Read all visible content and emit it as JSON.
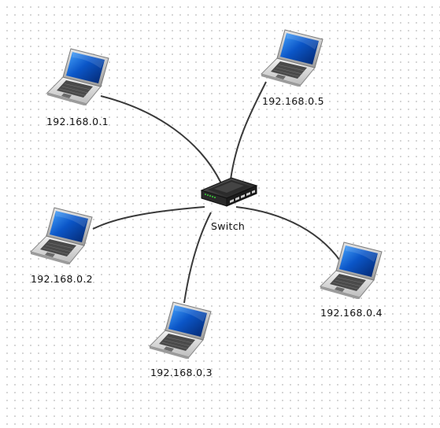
{
  "diagram": {
    "switch": {
      "label": "Switch",
      "icon": "network-switch-icon"
    },
    "laptops": [
      {
        "id": "laptop-1",
        "ip": "192.168.0.1",
        "icon": "laptop-icon"
      },
      {
        "id": "laptop-2",
        "ip": "192.168.0.2",
        "icon": "laptop-icon"
      },
      {
        "id": "laptop-3",
        "ip": "192.168.0.3",
        "icon": "laptop-icon"
      },
      {
        "id": "laptop-4",
        "ip": "192.168.0.4",
        "icon": "laptop-icon"
      },
      {
        "id": "laptop-5",
        "ip": "192.168.0.5",
        "icon": "laptop-icon"
      }
    ],
    "connections": [
      {
        "from": "switch",
        "to": "laptop-1"
      },
      {
        "from": "switch",
        "to": "laptop-2"
      },
      {
        "from": "switch",
        "to": "laptop-3"
      },
      {
        "from": "switch",
        "to": "laptop-4"
      },
      {
        "from": "switch",
        "to": "laptop-5"
      }
    ],
    "colors": {
      "wire": "#3a3a3a",
      "screen": "#1565d8",
      "grid_dot": "#c9c9c9"
    }
  }
}
